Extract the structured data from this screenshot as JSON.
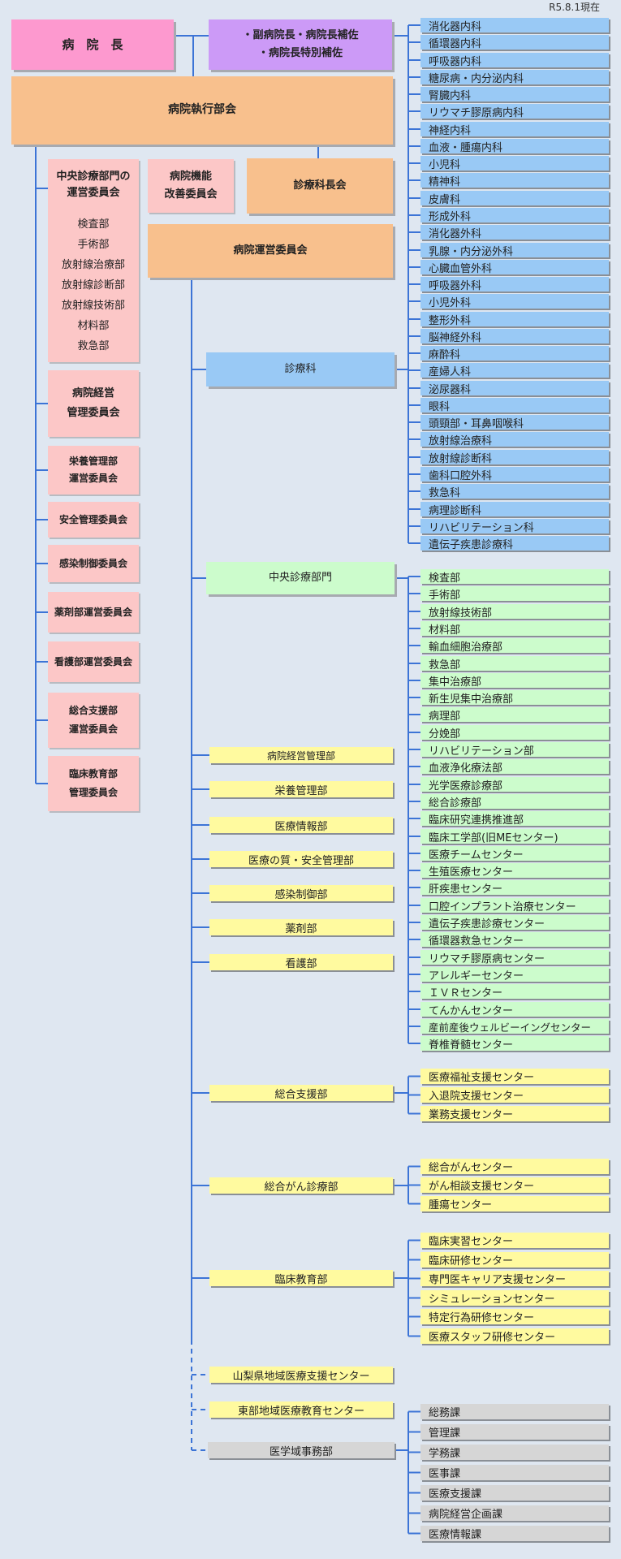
{
  "as_of": "R5.8.1現在",
  "top": {
    "director": "病　院　長",
    "deputy_line1": "・副病院長・病院長補佐",
    "deputy_line2": "・病院長特別補佐",
    "executive": "病院執行部会"
  },
  "committees": {
    "central_dept_line1": "中央診療部門の",
    "central_dept_line2": "運営委員会",
    "central_dept_items": [
      "検査部",
      "手術部",
      "放射線治療部",
      "放射線診断部",
      "放射線技術部",
      "材料部",
      "救急部"
    ],
    "function_improve_line1": "病院機能",
    "function_improve_line2": "改善委員会",
    "chiefs_meeting": "診療科長会",
    "operation": "病院運営委員会",
    "mgmt_line1": "病院経営",
    "mgmt_line2": "管理委員会",
    "nutrition_line1": "栄養管理部",
    "nutrition_line2": "運営委員会",
    "safety": "安全管理委員会",
    "infection": "感染制御委員会",
    "pharmacy": "薬剤部運営委員会",
    "nursing": "看護部運営委員会",
    "support_line1": "総合支援部",
    "support_line2": "運営委員会",
    "education_line1": "臨床教育部",
    "education_line2": "管理委員会"
  },
  "departments": {
    "clinical": "診療科",
    "central": "中央診療部門",
    "hospital_mgmt": "病院経営管理部",
    "nutrition": "栄養管理部",
    "medical_info": "医療情報部",
    "quality_safety": "医療の質・安全管理部",
    "infection_control": "感染制御部",
    "pharmacy": "薬剤部",
    "nursing": "看護部",
    "general_support": "総合支援部",
    "cancer": "総合がん診療部",
    "clinical_education": "臨床教育部",
    "regional_support": "山梨県地域医療支援センター",
    "eastern_education": "東部地域医療教育センター",
    "admin_office": "医学域事務部"
  },
  "lists": {
    "clinical": [
      "消化器内科",
      "循環器内科",
      "呼吸器内科",
      "糖尿病・内分泌内科",
      "腎臓内科",
      "リウマチ膠原病内科",
      "神経内科",
      "血液・腫瘍内科",
      "小児科",
      "精神科",
      "皮膚科",
      "形成外科",
      "消化器外科",
      "乳腺・内分泌外科",
      "心臓血管外科",
      "呼吸器外科",
      "小児外科",
      "整形外科",
      "脳神経外科",
      "麻酔科",
      "産婦人科",
      "泌尿器科",
      "眼科",
      "頭頸部・耳鼻咽喉科",
      "放射線治療科",
      "放射線診断科",
      "歯科口腔外科",
      "救急科",
      "病理診断科",
      "リハビリテーション科",
      "遺伝子疾患診療科"
    ],
    "central": [
      "検査部",
      "手術部",
      "放射線技術部",
      "材料部",
      "輸血細胞治療部",
      "救急部",
      "集中治療部",
      "新生児集中治療部",
      "病理部",
      "分娩部",
      "リハビリテーション部",
      "血液浄化療法部",
      "光学医療診療部",
      "総合診療部",
      "臨床研究連携推進部",
      "臨床工学部(旧MEセンター)",
      "医療チームセンター",
      "生殖医療センター",
      "肝疾患センター",
      "口腔インプラント治療センター",
      "遺伝子疾患診療センター",
      "循環器救急センター",
      "リウマチ膠原病センター",
      "アレルギーセンター",
      "ＩＶＲセンター",
      "てんかんセンター",
      "産前産後ウェルビーイングセンター",
      "脊椎脊髄センター"
    ],
    "support": [
      "医療福祉支援センター",
      "入退院支援センター",
      "業務支援センター"
    ],
    "cancer": [
      "総合がんセンター",
      "がん相談支援センター",
      "腫瘍センター"
    ],
    "education": [
      "臨床実習センター",
      "臨床研修センター",
      "専門医キャリア支援センター",
      "シミュレーションセンター",
      "特定行為研修センター",
      "医療スタッフ研修センター"
    ],
    "admin": [
      "総務課",
      "管理課",
      "学務課",
      "医事課",
      "医療支援課",
      "病院経営企画課",
      "医療情報課"
    ]
  },
  "colors": {
    "line": "#3c74d6",
    "clinical": "#99c9f5",
    "central": "#ccfccc",
    "yellow": "#fffa9f",
    "gray": "#d6d6d6"
  }
}
